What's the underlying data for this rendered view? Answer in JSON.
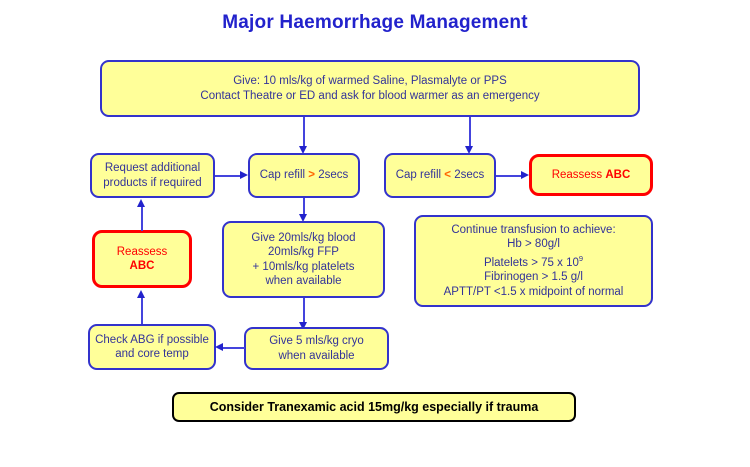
{
  "title": "Major Haemorrhage Management",
  "theme": {
    "node_fill": "#ffff99",
    "node_border": "#3333cc",
    "node_text": "#333399",
    "alert_border": "#ff0000",
    "alert_text": "#ff0000",
    "title_color": "#2222cc",
    "operator_color": "#ff6600",
    "connector_color": "#4444dd",
    "page_background": "#ffffff"
  },
  "nodes": {
    "initial_resuscitation": {
      "line1": "Give: 10 mls/kg of warmed Saline, Plasmalyte or PPS",
      "line2": "Contact Theatre or ED and ask for blood warmer as an emergency"
    },
    "request_products": {
      "line1": "Request additional",
      "line2": "products if required"
    },
    "cap_refill_over": {
      "prefix": "Cap refill ",
      "operator": ">",
      "suffix": " 2secs"
    },
    "cap_refill_under": {
      "prefix": "Cap refill ",
      "operator": "<",
      "suffix": " 2secs"
    },
    "reassess_abc_right": {
      "label": "Reassess ",
      "bold": "ABC"
    },
    "reassess_abc_left": {
      "line1": "Reassess",
      "line2": "ABC"
    },
    "give_blood_products": {
      "line1": "Give 20mls/kg blood",
      "line2": "20mls/kg FFP",
      "line3": "+ 10mls/kg platelets",
      "line4": "when available"
    },
    "transfusion_targets": {
      "line1": "Continue transfusion to achieve:",
      "line2": "Hb > 80g/l",
      "line3_prefix": "Platelets > 75 x 10",
      "line3_sup": "9",
      "line4": "Fibrinogen > 1.5 g/l",
      "line5": "APTT/PT <1.5 x midpoint of normal"
    },
    "give_cryo": {
      "line1": "Give 5 mls/kg cryo",
      "line2": "when available"
    },
    "check_abg": {
      "line1": "Check ABG if possible",
      "line2": "and core temp"
    },
    "tranexamic_acid": {
      "label": "Consider Tranexamic acid 15mg/kg especially if trauma"
    }
  }
}
